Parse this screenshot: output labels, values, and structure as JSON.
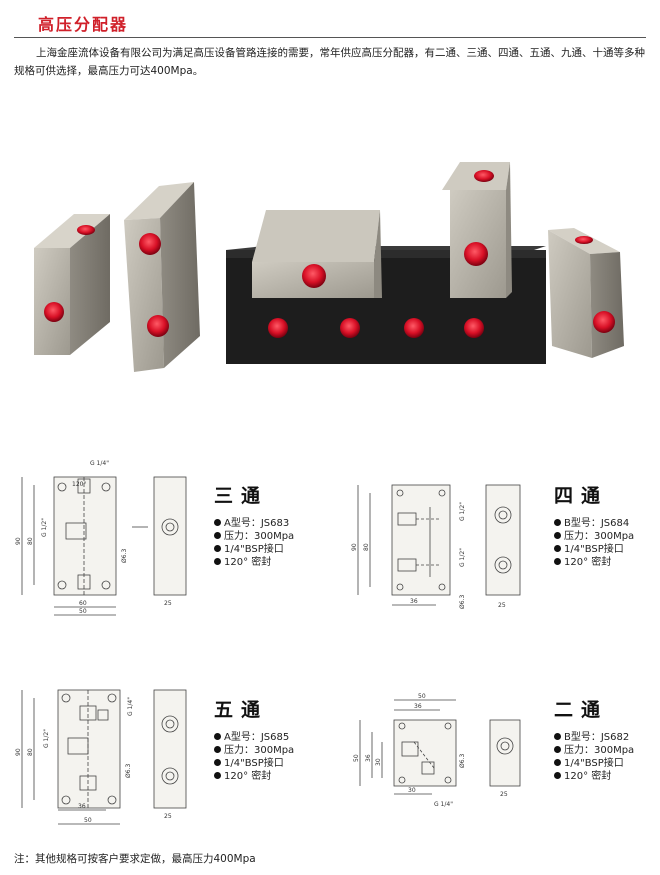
{
  "title": "高压分配器",
  "intro": "上海金座流体设备有限公司为满足高压设备管路连接的需要，常年供应高压分配器，有二通、三通、四通、五通、九通、十通等多种规格可供选择，最高压力可达400Mpa。",
  "colors": {
    "accent": "#d0202a",
    "steel": "#b9b5ab",
    "black_block": "#1e1e1e",
    "port": "#e0182d"
  },
  "products": [
    {
      "id": "three-way",
      "name": "三通",
      "specs": [
        "A型号：JS683",
        "压力：300Mpa",
        "1/4\"BSP接口",
        "120° 密封"
      ],
      "dims": {
        "g_top": "G 1/4\"",
        "g_side": "G 1/2\"",
        "h1": "90",
        "h2": "80",
        "w1": "60",
        "w2": "50",
        "d": "Ø6.3",
        "t": "25",
        "a": "120°"
      }
    },
    {
      "id": "four-way",
      "name": "四通",
      "specs": [
        "B型号：JS684",
        "压力：300Mpa",
        "1/4\"BSP接口",
        "120° 密封"
      ],
      "dims": {
        "g_side": "G 1/2\"",
        "g_side2": "G 1/2\"",
        "h1": "90",
        "h2": "80",
        "w1": "36",
        "d": "Ø6.3",
        "t": "25"
      }
    },
    {
      "id": "five-way",
      "name": "五通",
      "specs": [
        "A型号：JS685",
        "压力：300Mpa",
        "1/4\"BSP接口",
        "120° 密封"
      ],
      "dims": {
        "g_side": "G 1/2\"",
        "g_top": "G 1/4\"",
        "h1": "90",
        "h2": "80",
        "w1": "36",
        "w2": "50",
        "d": "Ø6.3",
        "t": "25"
      }
    },
    {
      "id": "two-way",
      "name": "二通",
      "specs": [
        "B型号：JS682",
        "压力：300Mpa",
        "1/4\"BSP接口",
        "120° 密封"
      ],
      "dims": {
        "w_top": "50",
        "w_mid": "36",
        "h1": "50",
        "h2": "36",
        "h3": "30",
        "w_bot": "30",
        "g_bot": "G 1/4\"",
        "d": "Ø6.3",
        "t": "25"
      }
    }
  ],
  "note": "注：其他规格可按客户要求定做，最高压力400Mpa"
}
